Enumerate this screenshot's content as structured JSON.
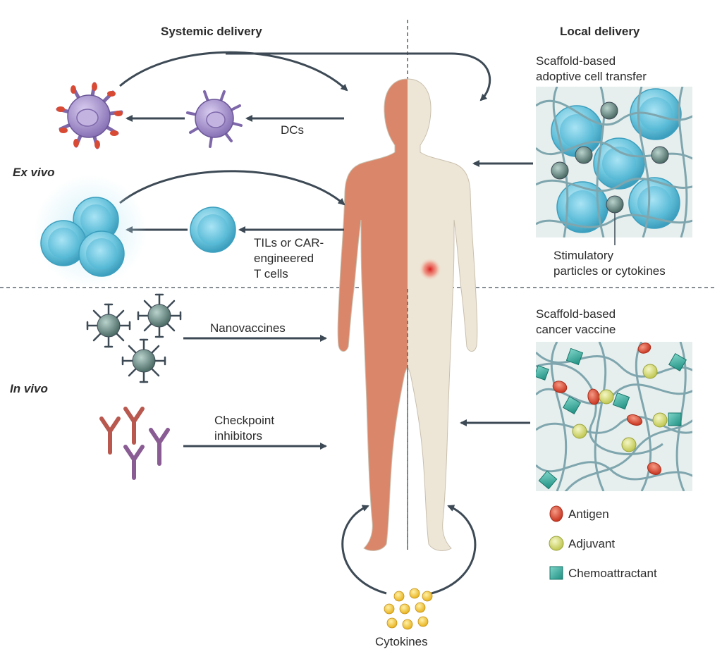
{
  "headers": {
    "systemic": "Systemic delivery",
    "local": "Local delivery"
  },
  "side_labels": {
    "ex_vivo": "Ex vivo",
    "in_vivo": "In vivo"
  },
  "labels": {
    "dcs": "DCs",
    "tils": [
      "TILs or CAR-",
      "engineered",
      "T cells"
    ],
    "nanovaccines": "Nanovaccines",
    "checkpoint": [
      "Checkpoint",
      "inhibitors"
    ],
    "scaffold_act": [
      "Scaffold-based",
      "adoptive cell transfer"
    ],
    "stimulatory": [
      "Stimulatory",
      "particles or cytokines"
    ],
    "scaffold_vaccine": [
      "Scaffold-based",
      "cancer vaccine"
    ],
    "cytokines": "Cytokines"
  },
  "legend": [
    {
      "label": "Antigen",
      "shape": "red-oval"
    },
    {
      "label": "Adjuvant",
      "shape": "yellow-circle"
    },
    {
      "label": "Chemoattractant",
      "shape": "teal-square"
    }
  ],
  "colors": {
    "arrow": "#3d4a55",
    "body_left": "#d9866a",
    "body_right": "#ede6d6",
    "dc_purple": "#9b86c2",
    "tcell_blue": "#6cc6de",
    "particle_grey": "#5f7f78",
    "scaffold_bg": "#e7efee",
    "fiber": "#7fa6ae",
    "antigen_red": "#d94a35",
    "adjuvant_yellow": "#d8df7a",
    "chemo_teal": "#2fa89b",
    "antibody_red": "#b8584e",
    "antibody_purple": "#8a5c94",
    "cytokine_yellow": "#f1c232"
  }
}
